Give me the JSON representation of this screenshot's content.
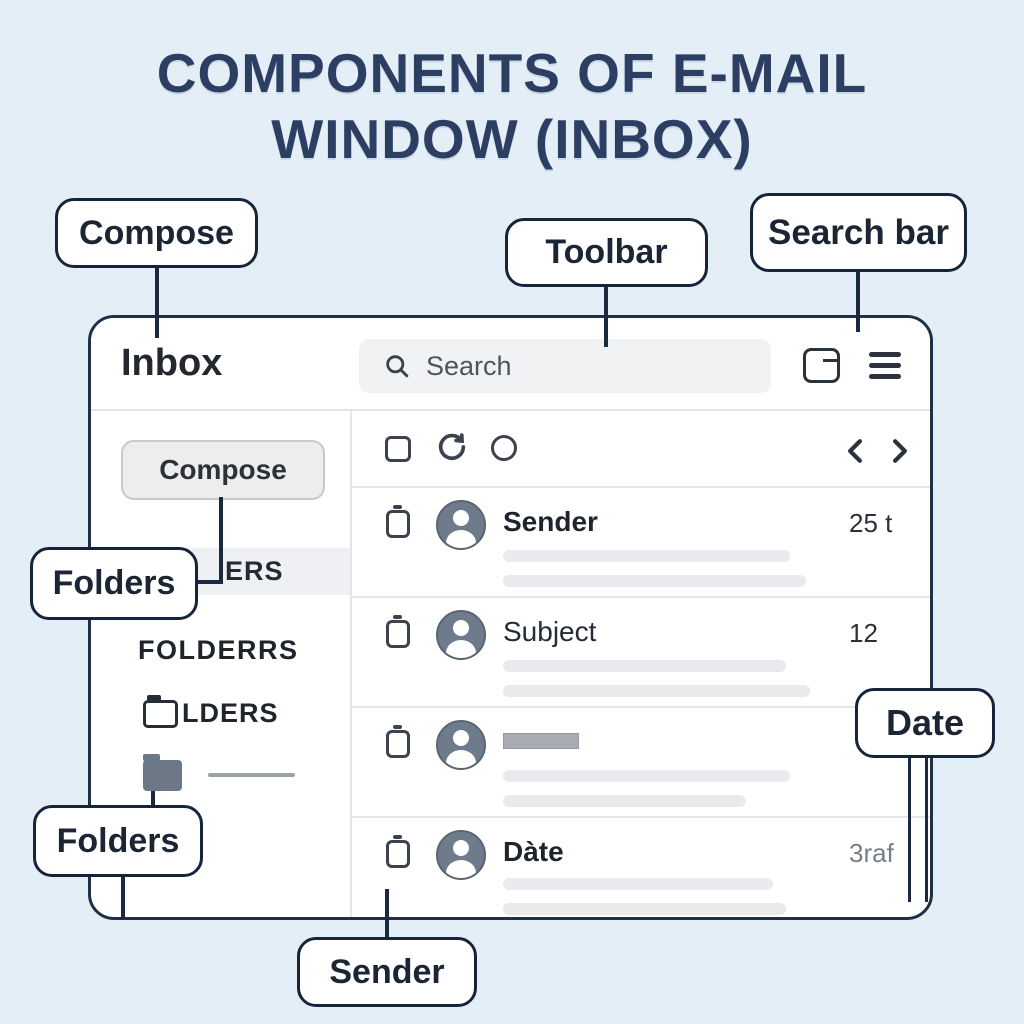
{
  "page_title": {
    "line1": "COMPONENTS OF E-MAIL",
    "line2": "WINDOW (INBOX)"
  },
  "callouts": {
    "compose": "Compose",
    "toolbar": "Toolbar",
    "search_bar": "Search bar",
    "folders_top": "Folders",
    "folders_bottom": "Folders",
    "date": "Date",
    "sender": "Sender"
  },
  "email_window": {
    "header": {
      "title": "Inbox",
      "search_placeholder": "Search"
    },
    "sidebar": {
      "compose_button": "Compose",
      "folders_row_partial": "ERS",
      "folders_heading": "FOLDERRS",
      "folder_item_partial": "LDERS"
    },
    "rows": [
      {
        "name": "Sender",
        "meta": "25 t"
      },
      {
        "name": "Subject",
        "meta": "12"
      },
      {
        "name": "",
        "meta": ""
      },
      {
        "name": "Dàte",
        "meta": "3raf"
      }
    ]
  },
  "icons": [
    "search-icon",
    "sidebar-toggle-icon",
    "menu-icon",
    "select-all-checkbox",
    "refresh-icon",
    "status-circle-icon",
    "chevron-left-icon",
    "chevron-right-icon",
    "row-checkbox",
    "avatar",
    "folder-icon",
    "folder-filled-icon"
  ],
  "colors": {
    "background": "#e4eef7",
    "title_text": "#2c3f63",
    "callout_border": "#16243a",
    "window_border": "#202e46",
    "avatar": "#6e7b8a",
    "placeholder_bar": "#e8eaed",
    "icon_dark": "#2b323c"
  }
}
